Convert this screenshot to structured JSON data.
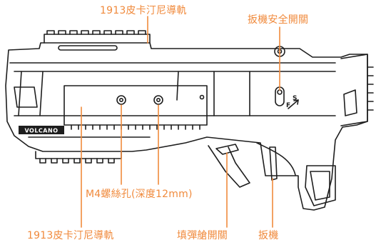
{
  "accent_color": "#f08a3c",
  "outline_color": "#1e1e1e",
  "callouts": {
    "top_rail": "1913皮卡汀尼導軌",
    "safety_switch": "扳機安全開關",
    "m4_screw_holes": "M4螺絲孔(深度12mm)",
    "bottom_rail": "1913皮卡汀尼導軌",
    "magazine_release": "填彈艙開關",
    "trigger": "扳機"
  },
  "logo_text": "VOLCANO",
  "safety_markings": {
    "safe": "S",
    "fire": "F"
  }
}
